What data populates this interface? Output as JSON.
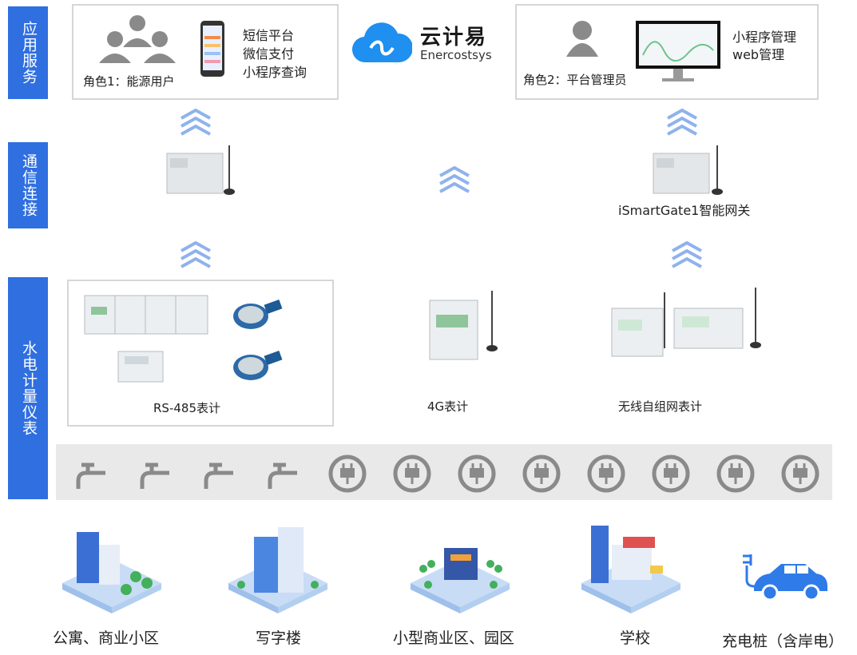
{
  "left_labels": [
    "应用服务",
    "通信连接",
    "水电计量仪表"
  ],
  "role1": {
    "name": "角色1：能源用户",
    "features": [
      "短信平台",
      "微信支付",
      "小程序查询"
    ]
  },
  "logo": {
    "cn": "云计易",
    "en": "Enercostsys"
  },
  "role2": {
    "name": "角色2：平台管理员",
    "features": [
      "小程序管理",
      "web管理"
    ]
  },
  "gateway_label": "iSmartGate1智能网关",
  "meters": [
    "RS-485表计",
    "4G表计",
    "无线自组网表计"
  ],
  "scenes": [
    "公寓、商业小区",
    "写字楼",
    "小型商业区、园区",
    "学校",
    "充电桩（含岸电）"
  ],
  "colors": {
    "accent": "#2f6fe0",
    "arrow": "#8fb2ec",
    "icon": "#8a8a8a",
    "car": "#2f7be8"
  },
  "icons": {
    "tap": "water-tap-icon",
    "plug": "power-plug-icon",
    "users": "users-icon",
    "phone": "phone-icon",
    "admin": "admin-user-icon",
    "monitor": "monitor-icon",
    "cloud": "cloud-logo-icon",
    "car": "electric-car-icon"
  }
}
